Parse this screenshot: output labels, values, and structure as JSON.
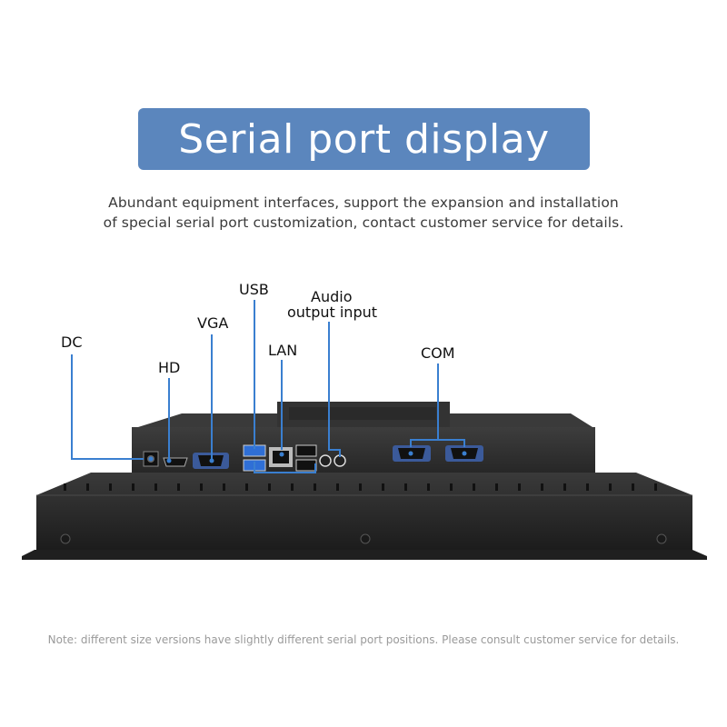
{
  "title": "Serial port display",
  "description": [
    "Abundant equipment interfaces, support the expansion and installation",
    "of special serial port customization, contact customer service for details."
  ],
  "ports": {
    "dc": "DC",
    "hd": "HD",
    "vga": "VGA",
    "usb": "USB",
    "lan": "LAN",
    "audio_line1": "Audio",
    "audio_line2": "output input",
    "com": "COM"
  },
  "note": "Note: different size versions have slightly different serial port positions. Please consult customer service for details.",
  "colors": {
    "banner": "#5b86bd",
    "callout_line": "#3a7fd0",
    "device_body": "#2b2b2b"
  }
}
